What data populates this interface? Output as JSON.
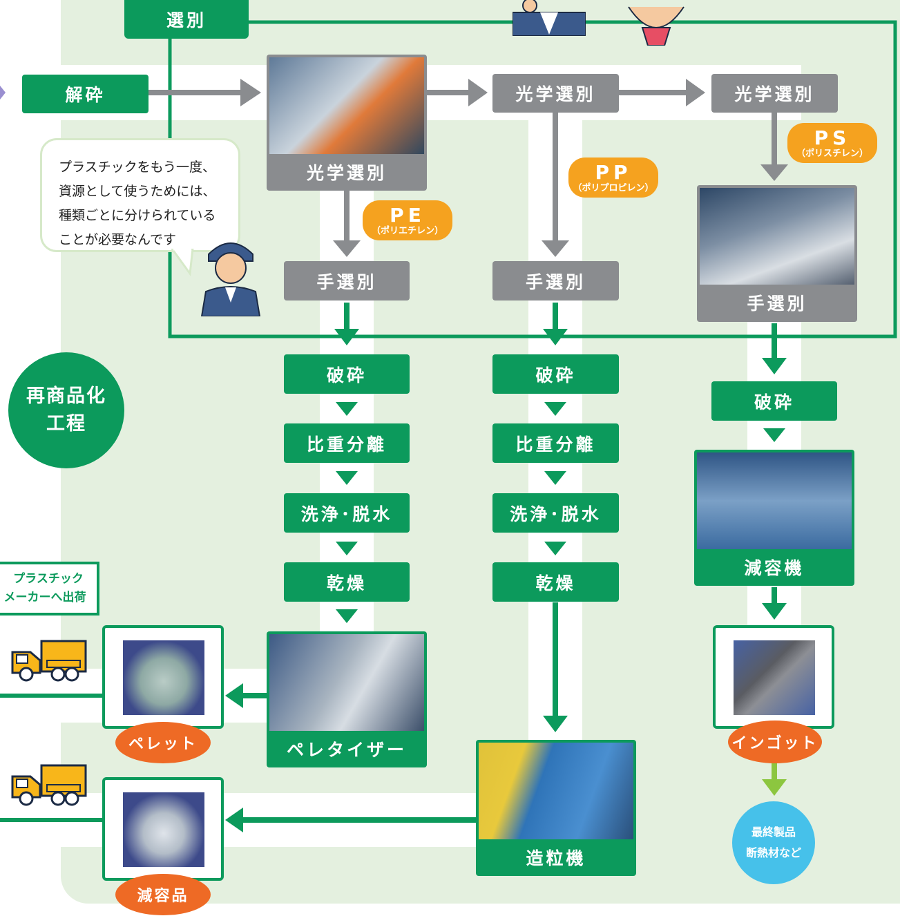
{
  "colors": {
    "green": "#0c9a5c",
    "gray": "#8a8c8f",
    "orange_pill": "#f5a21f",
    "orange_oval": "#ee6a25",
    "panel": "#e4f0df",
    "final": "#46c1ea"
  },
  "top": {
    "select": "選別",
    "crush": "解砕"
  },
  "optical": {
    "center": "光学選別",
    "right1": "光学選別",
    "right2": "光学選別"
  },
  "resins": {
    "pe": {
      "code": "PE",
      "name": "（ポリエチレン）"
    },
    "pp": {
      "code": "PP",
      "name": "（ポリプロピレン）"
    },
    "ps": {
      "code": "PS",
      "name": "（ポリスチレン）"
    }
  },
  "hand_sort": {
    "pe": "手選別",
    "pp": "手選別",
    "ps": "手選別"
  },
  "steps": {
    "crush2": "破砕",
    "gravity": "比重分離",
    "wash": "洗浄･脱水",
    "dry": "乾燥",
    "ps_crush": "破砕"
  },
  "machines": {
    "pelletizer": "ペレタイザー",
    "granulator": "造粒機",
    "volume_reducer": "減容機"
  },
  "products": {
    "pellet": "ペレット",
    "reduced": "減容品",
    "ingot": "インゴット"
  },
  "speech": [
    "プラスチックをもう一度、",
    "資源として使うためには、",
    "種類ごとに分けられている",
    "ことが必要なんです"
  ],
  "process_badge": [
    "再商品化",
    "工程"
  ],
  "shipping": [
    "プラスチック",
    "メーカーへ出荷"
  ],
  "final_product": [
    "最終製品",
    "断熱材など"
  ]
}
